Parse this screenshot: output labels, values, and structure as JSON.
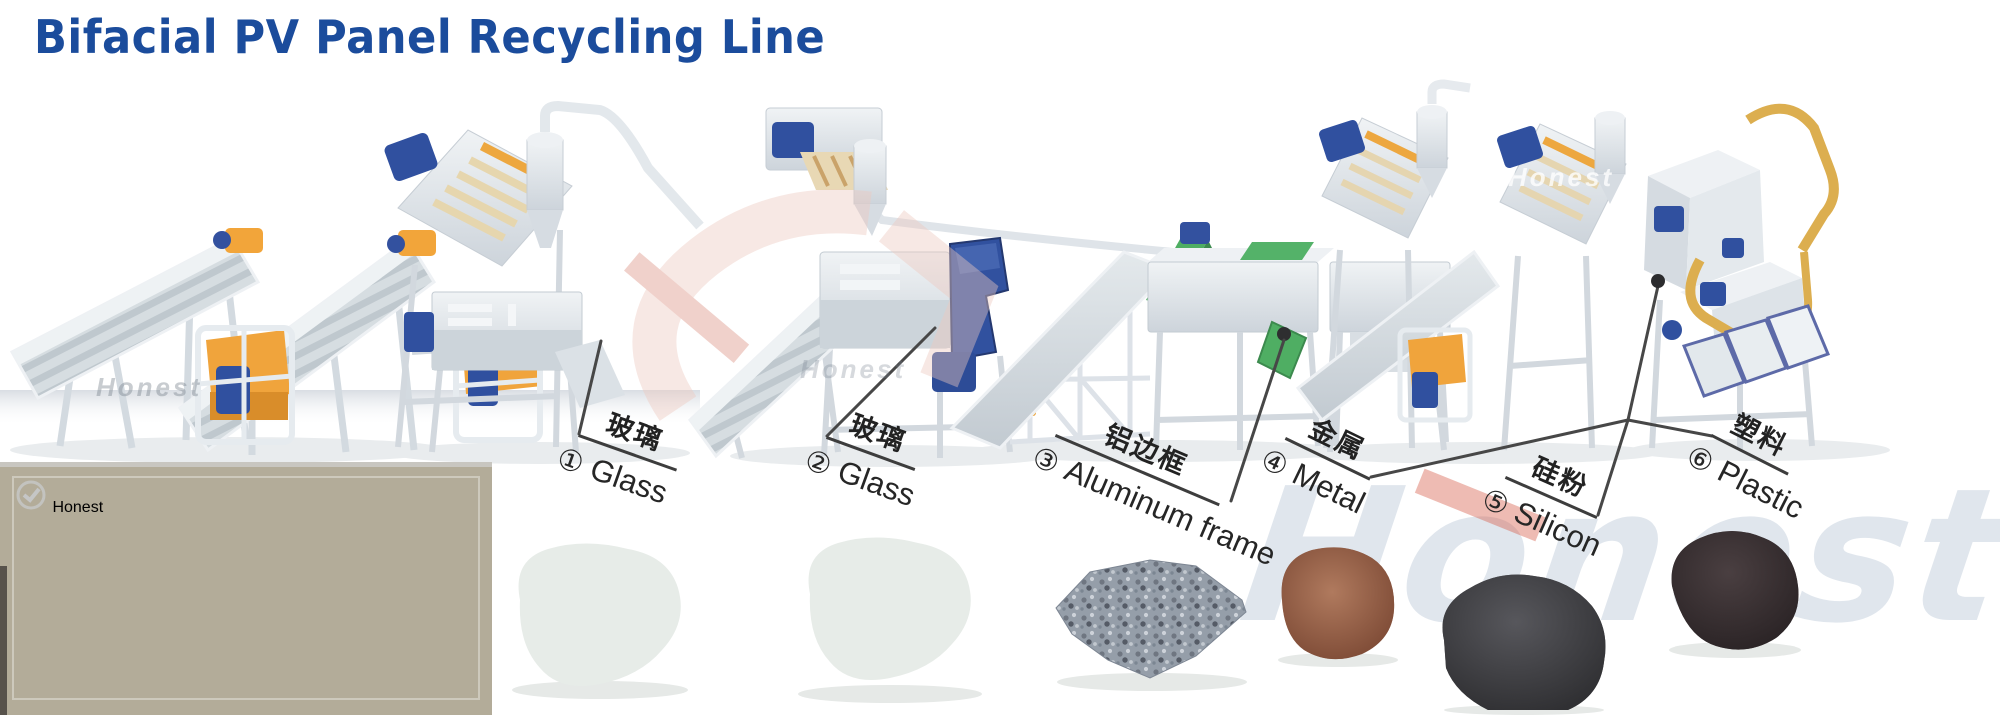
{
  "header": {
    "title": "Bifacial PV Panel Recycling Line"
  },
  "brand": {
    "watermark": "Honest"
  },
  "outputs": [
    {
      "badge": "①",
      "label_zh": "玻璃",
      "label_en": "Glass"
    },
    {
      "badge": "②",
      "label_zh": "玻璃",
      "label_en": "Glass"
    },
    {
      "badge": "③",
      "label_zh": "铝边框",
      "label_en": "Aluminum frame"
    },
    {
      "badge": "④",
      "label_zh": "金属",
      "label_en": "Metal"
    },
    {
      "badge": "⑤",
      "label_zh": "硅粉",
      "label_en": "Silicon"
    },
    {
      "badge": "⑥",
      "label_zh": "塑料",
      "label_en": "Plastic"
    }
  ],
  "colors": {
    "title_blue": "#1b4c9c",
    "machine_gray": "#dde3e8",
    "machine_blue": "#30509f",
    "machine_orange": "#f2a53a",
    "belt_green": "#4fae63",
    "pipe_yellow": "#dcae4f",
    "leader_line": "#474747",
    "pile_glass": "#e7ece8",
    "pile_aluminum": "#959ea9",
    "pile_metal": "#9a6048",
    "pile_silicon": "#3e3e42",
    "pile_plastic": "#332c2e"
  }
}
